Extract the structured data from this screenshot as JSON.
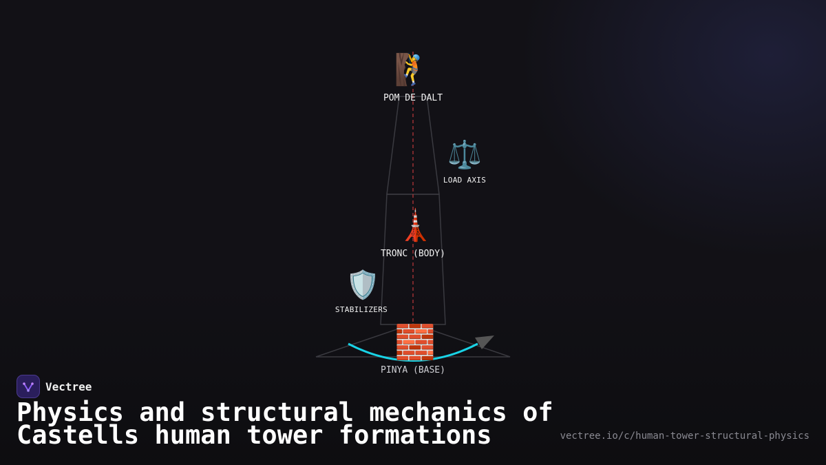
{
  "diagram": {
    "nodes": [
      {
        "id": "pom",
        "icon": "climber-icon",
        "glyph": "🧗",
        "label": "POM DE DALT"
      },
      {
        "id": "load",
        "icon": "balance-scale-icon",
        "glyph": "⚖️",
        "label": "LOAD AXIS"
      },
      {
        "id": "tronc",
        "icon": "tower-icon",
        "glyph": "🗼",
        "label": "TRONC (BODY)"
      },
      {
        "id": "stab",
        "icon": "shield-icon",
        "glyph": "🛡️",
        "label": "STABILIZERS"
      },
      {
        "id": "pinya",
        "icon": "brick-icon",
        "glyph": "🧱",
        "label": "PINYA (BASE)"
      }
    ],
    "colors": {
      "outline": "#3a3a40",
      "axis": "#c0393b",
      "arc": "#19d3e6",
      "arrow": "#555555"
    }
  },
  "brand": {
    "name": "Vectree",
    "icon": "vectree-logo-icon",
    "accent": "#7c4dff"
  },
  "title": "Physics and structural mechanics of Castells human tower formations",
  "url": "vectree.io/c/human-tower-structural-physics"
}
